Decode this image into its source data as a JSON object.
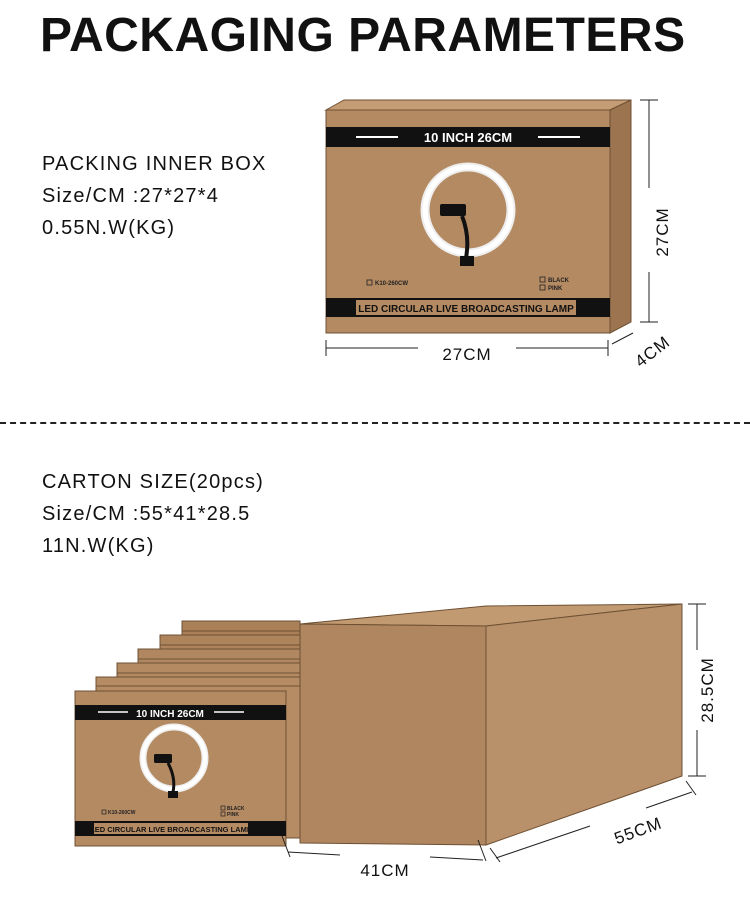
{
  "title": "PACKAGING PARAMETERS",
  "inner_box": {
    "heading": "PACKING INNER BOX",
    "size": "Size/CM :27*27*4",
    "weight": "0.55N.W(KG)",
    "box_label_top": "10 INCH 26CM",
    "box_label_bottom": "LED CIRCULAR LIVE BROADCASTING LAMP",
    "model_code": "K10-260CW",
    "color_option_1": "BLACK",
    "color_option_2": "PINK",
    "dim_width": "27CM",
    "dim_height": "27CM",
    "dim_depth": "4CM"
  },
  "carton": {
    "heading": "CARTON SIZE(20pcs)",
    "size": "Size/CM :55*41*28.5",
    "weight": "11N.W(KG)",
    "box_label_top": "10 INCH 26CM",
    "box_label_bottom": "LED CIRCULAR LIVE BROADCASTING LAMP",
    "model_code": "K10-260CW",
    "color_option_1": "BLACK",
    "color_option_2": "PINK",
    "dim_width": "41CM",
    "dim_length": "55CM",
    "dim_height": "28.5CM"
  },
  "colors": {
    "cardboard": "#b48a62",
    "cardboard_dark": "#a27a55",
    "band": "#111111",
    "ring": "#ffffff"
  }
}
